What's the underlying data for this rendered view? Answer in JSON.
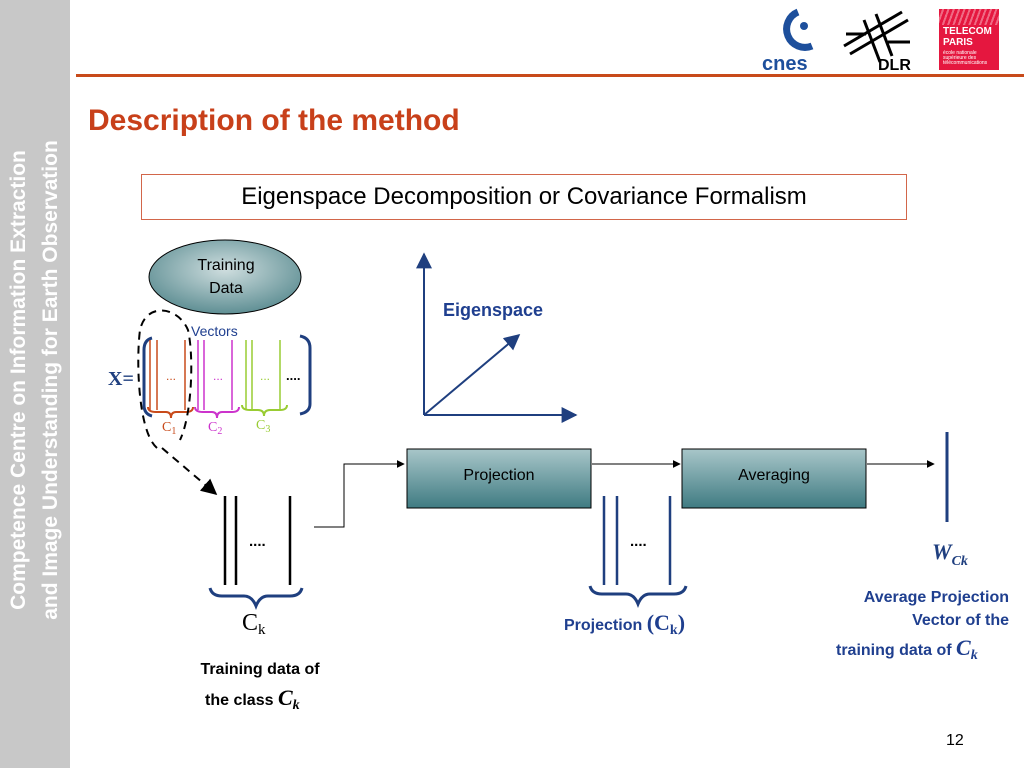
{
  "sidebar": {
    "line1": "Competence Centre on Information Extraction",
    "line2": "and Image Understanding for Earth Observation"
  },
  "header": {
    "title": "Description of the method",
    "logos": {
      "cnes": "cnes",
      "dlr": "DLR",
      "telecom_1": "TELECOM",
      "telecom_2": "PARIS",
      "telecom_3": "école nationale supérieure des télécommunications"
    }
  },
  "banner": "Eigenspace Decomposition or Covariance Formalism",
  "diagram": {
    "training_data": [
      "Training",
      "Data"
    ],
    "vectors": "Vectors",
    "x_eq": "X=",
    "ellipsis_short": "...",
    "ellipsis": "....",
    "c1": "C",
    "c1_sub": "1",
    "c2": "C",
    "c2_sub": "2",
    "c3": "C",
    "c3_sub": "3",
    "eigenspace": "Eigenspace",
    "projection_box": "Projection",
    "averaging_box": "Averaging",
    "ck": "C",
    "ck_sub": "k",
    "training_caption_1": "Training data of",
    "training_caption_2": "the class ",
    "class_c": "C",
    "class_k": "k",
    "projection_label": "Projection ",
    "proj_open": "(",
    "proj_c": "C",
    "proj_k": "k",
    "proj_close": ")",
    "w": "W",
    "w_sub": "Ck",
    "avg_1": "Average Projection",
    "avg_2": "Vector of the",
    "avg_3": "training data of ",
    "avg_c": "C",
    "avg_k": "k"
  },
  "colors": {
    "accent": "#c8401a",
    "blue_text": "#1f3f8f",
    "box_fill": "#3f7b82",
    "c1": "#c84a1a",
    "c2": "#cc33cc",
    "c3": "#99cc33",
    "navy": "#1f3f7f"
  },
  "page_number": "12"
}
